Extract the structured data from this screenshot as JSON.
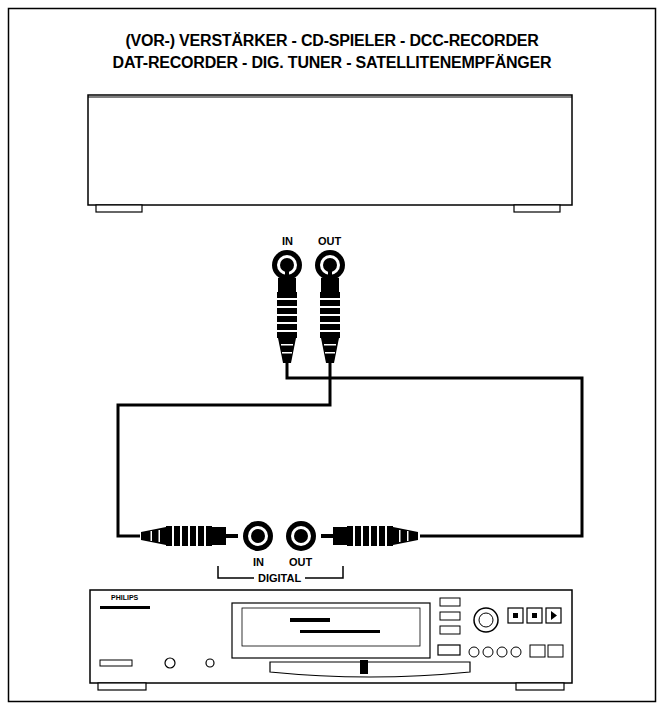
{
  "diagram": {
    "title": "(VOR-) VERSTÄRKER - CD-SPIELER - DCC-RECORDER DAT-RECORDER - DIG. TUNER - SATELLITENEMPFÄNGER",
    "labels": [
      "IN",
      "OUT",
      "IN",
      "OUT",
      "DIGITAL",
      "PHILIPS"
    ]
  }
}
